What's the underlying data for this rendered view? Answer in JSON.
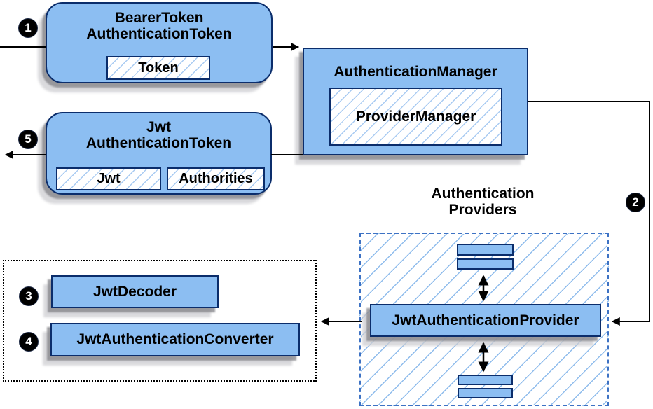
{
  "palette": {
    "node_fill": "#8CBEF2",
    "node_border": "#0B2D6B",
    "hatch_line": "#A9CBF2",
    "group_hatch_line": "#8FBCEC",
    "group_dashed_border": "#3D72C4",
    "dotted_border": "#000000",
    "arrow": "#000000",
    "shadow": "#8A8A8E",
    "badge_bg": "#000000",
    "badge_text": "#ffffff"
  },
  "nodes": {
    "bearer_token": {
      "title_line1": "BearerToken",
      "title_line2": "AuthenticationToken",
      "inner": "Token"
    },
    "authentication_manager": {
      "title": "AuthenticationManager",
      "inner": "ProviderManager"
    },
    "jwt_authentication_token": {
      "title_line1": "Jwt",
      "title_line2": "AuthenticationToken",
      "inner_left": "Jwt",
      "inner_right": "Authorities"
    },
    "jwt_authentication_provider": {
      "label": "JwtAuthenticationProvider"
    },
    "jwt_decoder": {
      "label": "JwtDecoder"
    },
    "jwt_authentication_converter": {
      "label": "JwtAuthenticationConverter"
    }
  },
  "groups": {
    "providers": {
      "title_line1": "Authentication",
      "title_line2": "Providers"
    }
  },
  "badges": {
    "step1": "1",
    "step2": "2",
    "step3": "3",
    "step4": "4",
    "step5": "5"
  }
}
